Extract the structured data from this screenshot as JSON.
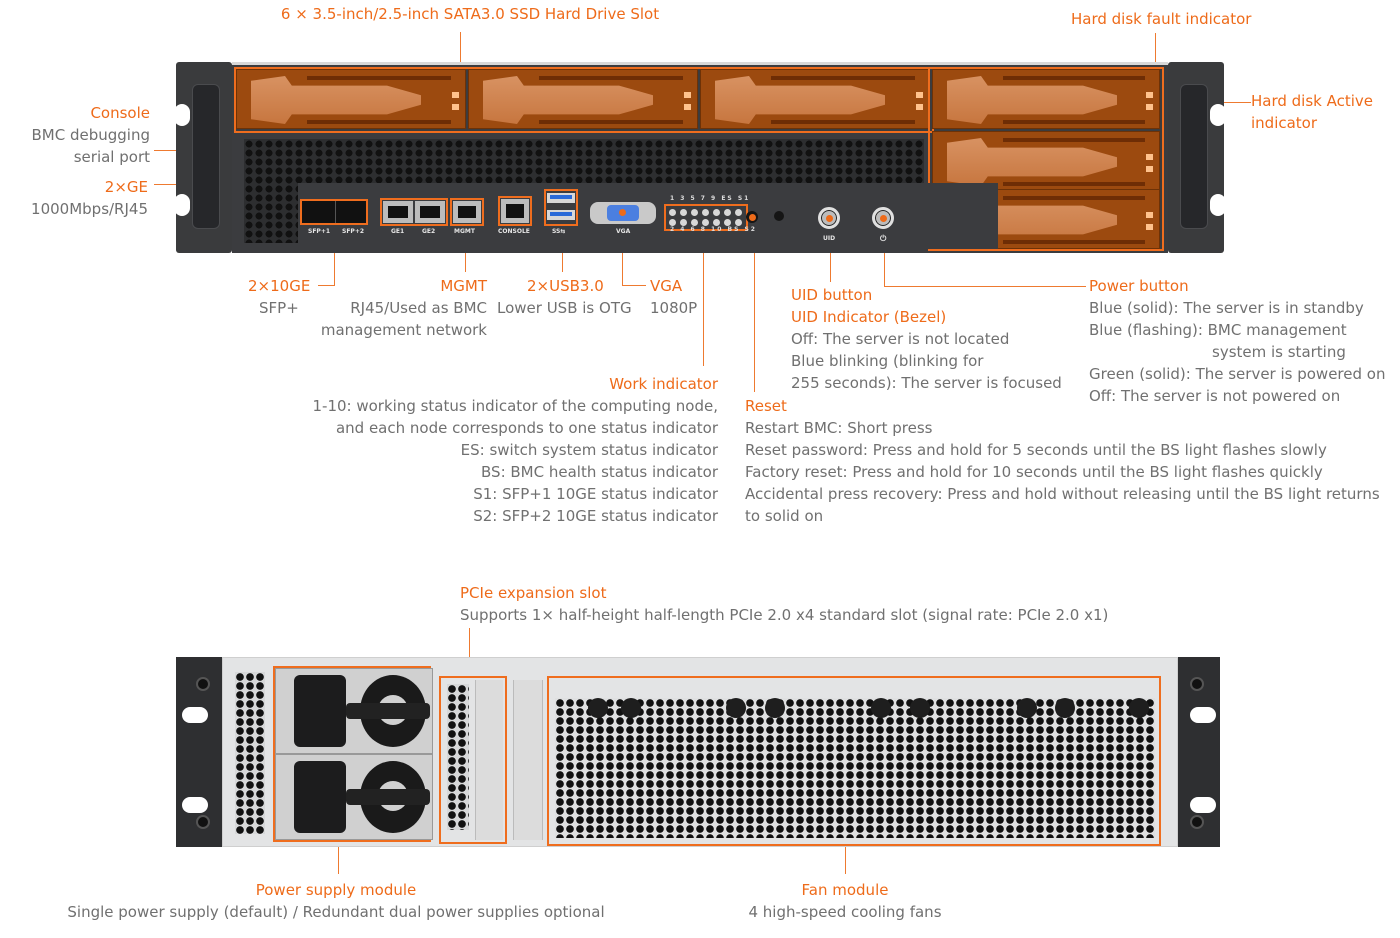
{
  "front_panel": {
    "drive_slots": {
      "title": "6 × 3.5-inch/2.5-inch SATA3.0 SSD Hard Drive Slot"
    },
    "hdd_fault": {
      "title": "Hard disk fault indicator"
    },
    "hdd_active": {
      "title_line1": "Hard disk Active",
      "title_line2": "indicator"
    },
    "console": {
      "title": "Console",
      "desc_line1": "BMC debugging",
      "desc_line2": "serial port"
    },
    "ge": {
      "title": "2×GE",
      "desc": "1000Mbps/RJ45"
    },
    "sfp": {
      "title": "2×10GE",
      "desc": "SFP+"
    },
    "mgmt": {
      "title": "MGMT",
      "desc_line1": "RJ45/Used as BMC",
      "desc_line2": "management network"
    },
    "usb": {
      "title": "2×USB3.0",
      "desc": "Lower USB is OTG"
    },
    "vga": {
      "title": "VGA",
      "desc": "1080P"
    },
    "work_indicator": {
      "title": "Work indicator",
      "lines": [
        "1-10: working status indicator of the computing node,",
        "and each node corresponds to one status indicator",
        "ES: switch system status indicator",
        "BS: BMC health status indicator",
        "S1: SFP+1 10GE status indicator",
        "S2: SFP+2 10GE status indicator"
      ]
    },
    "reset": {
      "title": "Reset",
      "lines": [
        "Restart BMC: Short press",
        "Reset password: Press and hold for 5 seconds until the BS light flashes slowly",
        "Factory reset: Press and hold for 10 seconds until the BS light flashes quickly",
        "Accidental press recovery: Press and hold without releasing until the BS light returns",
        "to solid on"
      ]
    },
    "uid": {
      "title_line1": "UID button",
      "title_line2": "UID Indicator (Bezel)",
      "lines": [
        "Off: The server is not located",
        "Blue blinking (blinking for",
        "255 seconds): The server is focused"
      ]
    },
    "power": {
      "title": "Power button",
      "lines": [
        "Blue (solid): The server is in standby",
        "Blue (flashing): BMC management",
        "system is starting",
        "Green (solid): The server is powered on",
        "Off: The server is not powered on"
      ]
    },
    "port_labels": {
      "sfp1": "SFP+1",
      "sfp2": "SFP+2",
      "ge1": "GE1",
      "ge2": "GE2",
      "mgmt": "MGMT",
      "console": "CONSOLE",
      "usb": "SS⇆",
      "vga": "VGA",
      "uid": "UID",
      "power": "⏻",
      "led_top": "1 3 5 7 9 ES S1",
      "led_bottom": "2 4 6 8 10 BS S2"
    }
  },
  "rear_panel": {
    "pcie": {
      "title": "PCIe expansion slot",
      "desc": "Supports 1× half-height half-length PCIe 2.0 x4 standard slot (signal rate: PCIe 2.0 x1)"
    },
    "psu": {
      "title": "Power supply module",
      "desc": "Single power supply (default) / Redundant dual power supplies optional"
    },
    "fan": {
      "title": "Fan module",
      "desc": "4 high-speed cooling fans"
    }
  },
  "colors": {
    "accent": "#ee6b1a",
    "description": "#707070"
  }
}
